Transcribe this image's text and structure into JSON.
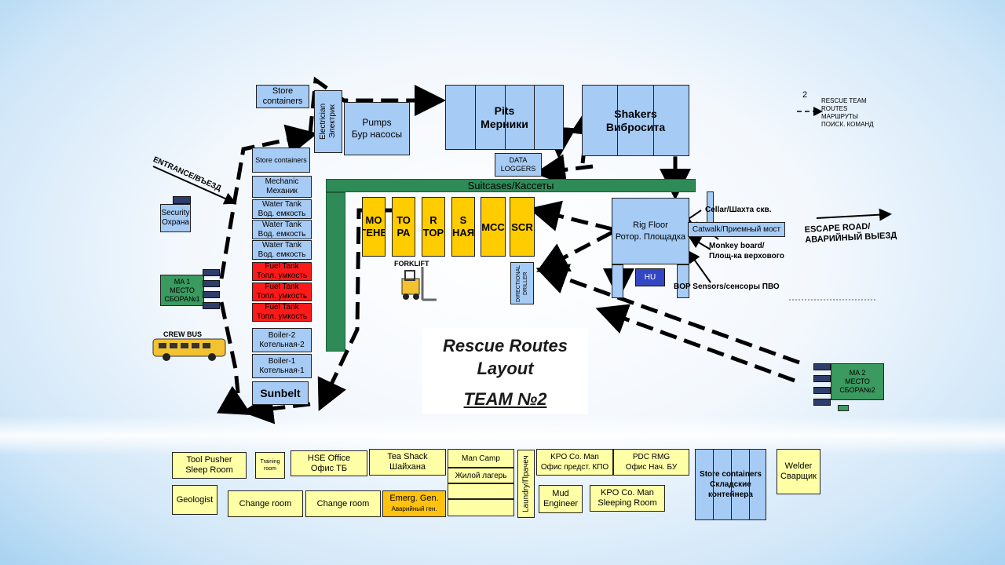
{
  "store_containers_top": "Store\ncontainers",
  "electrician": "Electrician\nЭлектрик",
  "pumps": "Pumps\nБур насосы",
  "pits": "Pits\nМерники",
  "shakers": "Shakers\nВибросита",
  "data_loggers": "DATA\nLOGGERS",
  "legend": {
    "number": "2",
    "text": "RESCUE TEAM\nROUTES\nМАРШРУТЫ\nПОИСК. КОМАНД"
  },
  "entrance": "ENTRANCE/ВЪЕЗД",
  "security": "Security\nОхрана",
  "store_containers_left": "Store containers",
  "mechanic": "Mechanic\nМеханик",
  "water_tank": "Water Tank\nВод. емкость",
  "fuel_tank": "Fuel Tank\nТопл. умкость",
  "boiler2": "Boiler-2\nКотельная-2",
  "boiler1": "Boiler-1\nКотельная-1",
  "sunbelt": "Sunbelt",
  "ma1": "MA 1\nМЕСТО\nСБОРА№1",
  "crew_bus": "CREW BUS",
  "suitcases": "Suitcases/Кассеты",
  "yellow_boxes": [
    "MO\nГЕНЕ",
    "TO\nРА",
    "R\nТОР",
    "S\nНАЯ",
    "MCC",
    "SCR"
  ],
  "forklift": "FORKLIFT",
  "directional_driller": "DIRECTIONAL\nDRILLER",
  "rig_floor": "Rig Floor\nРотор. Площадка",
  "hu": "HU",
  "cellar": "Cellar/Шахта скв.",
  "catwalk": "Catwalk/Приемный мост",
  "monkey_board": "Monkey board/\nПлощ-ка верхового",
  "bop": "BOP Sensors/сенсоры ПВО",
  "escape": "ESCAPE ROAD/\nАВАРИЙНЫЙ ВЫЕЗД",
  "ma2": "MA 2\nМЕСТО\nСБОРА№2",
  "title1": "Rescue Routes\nLayout",
  "title2": "TEAM №2",
  "camp": {
    "tool_pusher": "Tool Pusher\nSleep Room",
    "training": "Training\nroom",
    "hse": "HSE Office\nОфис ТБ",
    "tea": "Tea Shack\nШайхана",
    "man_camp": "Man Camp",
    "living": "Жилой лагерь",
    "laundry": "Laundry/Прачеч",
    "kpo": "KPO Co. Man\nОфис предст. КПО",
    "pdc": "PDC RMG\nОфис Нач. БУ",
    "store_bottom": "Store containers\nСкладские\nконтейнера",
    "welder": "Welder\nСварщик",
    "geologist": "Geologist",
    "change_room": "Change room",
    "emerg": "Emerg. Gen.",
    "emerg_ru": "Аварийный ген.",
    "mud": "Mud\nEngineer",
    "kpo_sleep": "KPO Co. Man\nSleeping Room"
  }
}
